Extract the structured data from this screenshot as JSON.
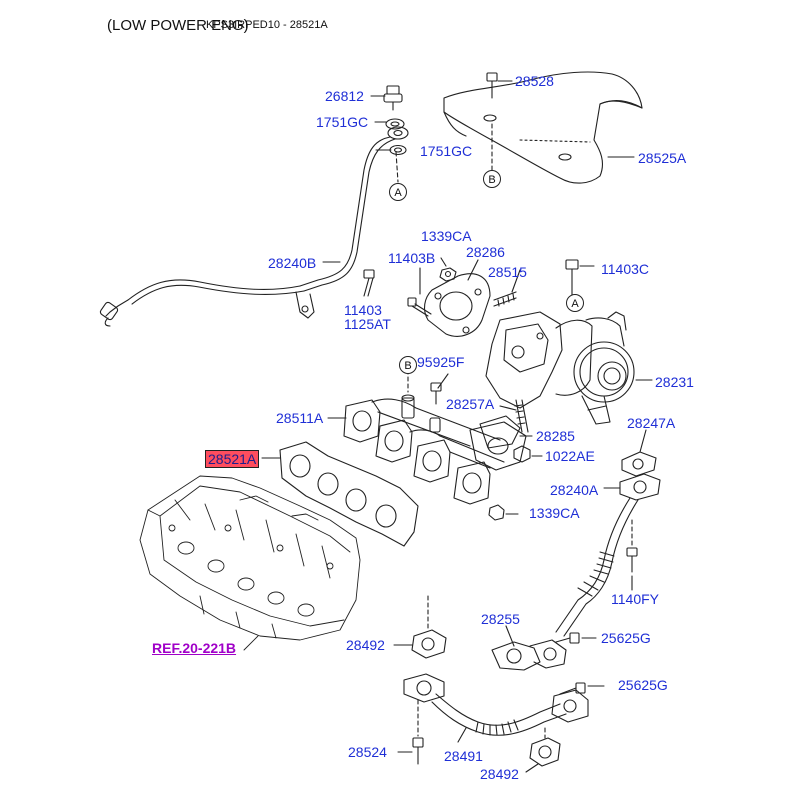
{
  "header": {
    "engine_label": "(LOW POWER ENG)",
    "model_code": "KPS3IRPED10",
    "separator": "-",
    "part_code": "28521A"
  },
  "labels": {
    "p26812": "26812",
    "p1751gc_a": "1751GC",
    "p1751gc_b": "1751GC",
    "p28528": "28528",
    "p28525a": "28525A",
    "p28240b": "28240B",
    "p1339ca_a": "1339CA",
    "p11403b": "11403B",
    "p28286": "28286",
    "p28515": "28515",
    "p11403c": "11403C",
    "p11403": "11403",
    "p1125at": "1125AT",
    "p95925f": "95925F",
    "p28231": "28231",
    "p28511a": "28511A",
    "p28257a": "28257A",
    "p28285": "28285",
    "p28247a": "28247A",
    "p28521a": "28521A",
    "p1022ae": "1022AE",
    "p28240a": "28240A",
    "p1339ca_b": "1339CA",
    "p1140fy": "1140FY",
    "p28255": "28255",
    "p25625g_a": "25625G",
    "p28492_a": "28492",
    "p25625g_b": "25625G",
    "p28524": "28524",
    "p28491": "28491",
    "p28492_b": "28492"
  },
  "reference": "REF.20-221B",
  "markers": {
    "a1": "A",
    "a2": "A",
    "b1": "B",
    "b2": "B"
  },
  "colors": {
    "part_number": "#1f2fd6",
    "highlight_fill": "#ff4d5e",
    "reference": "#a000c8",
    "line_art": "#222222"
  }
}
